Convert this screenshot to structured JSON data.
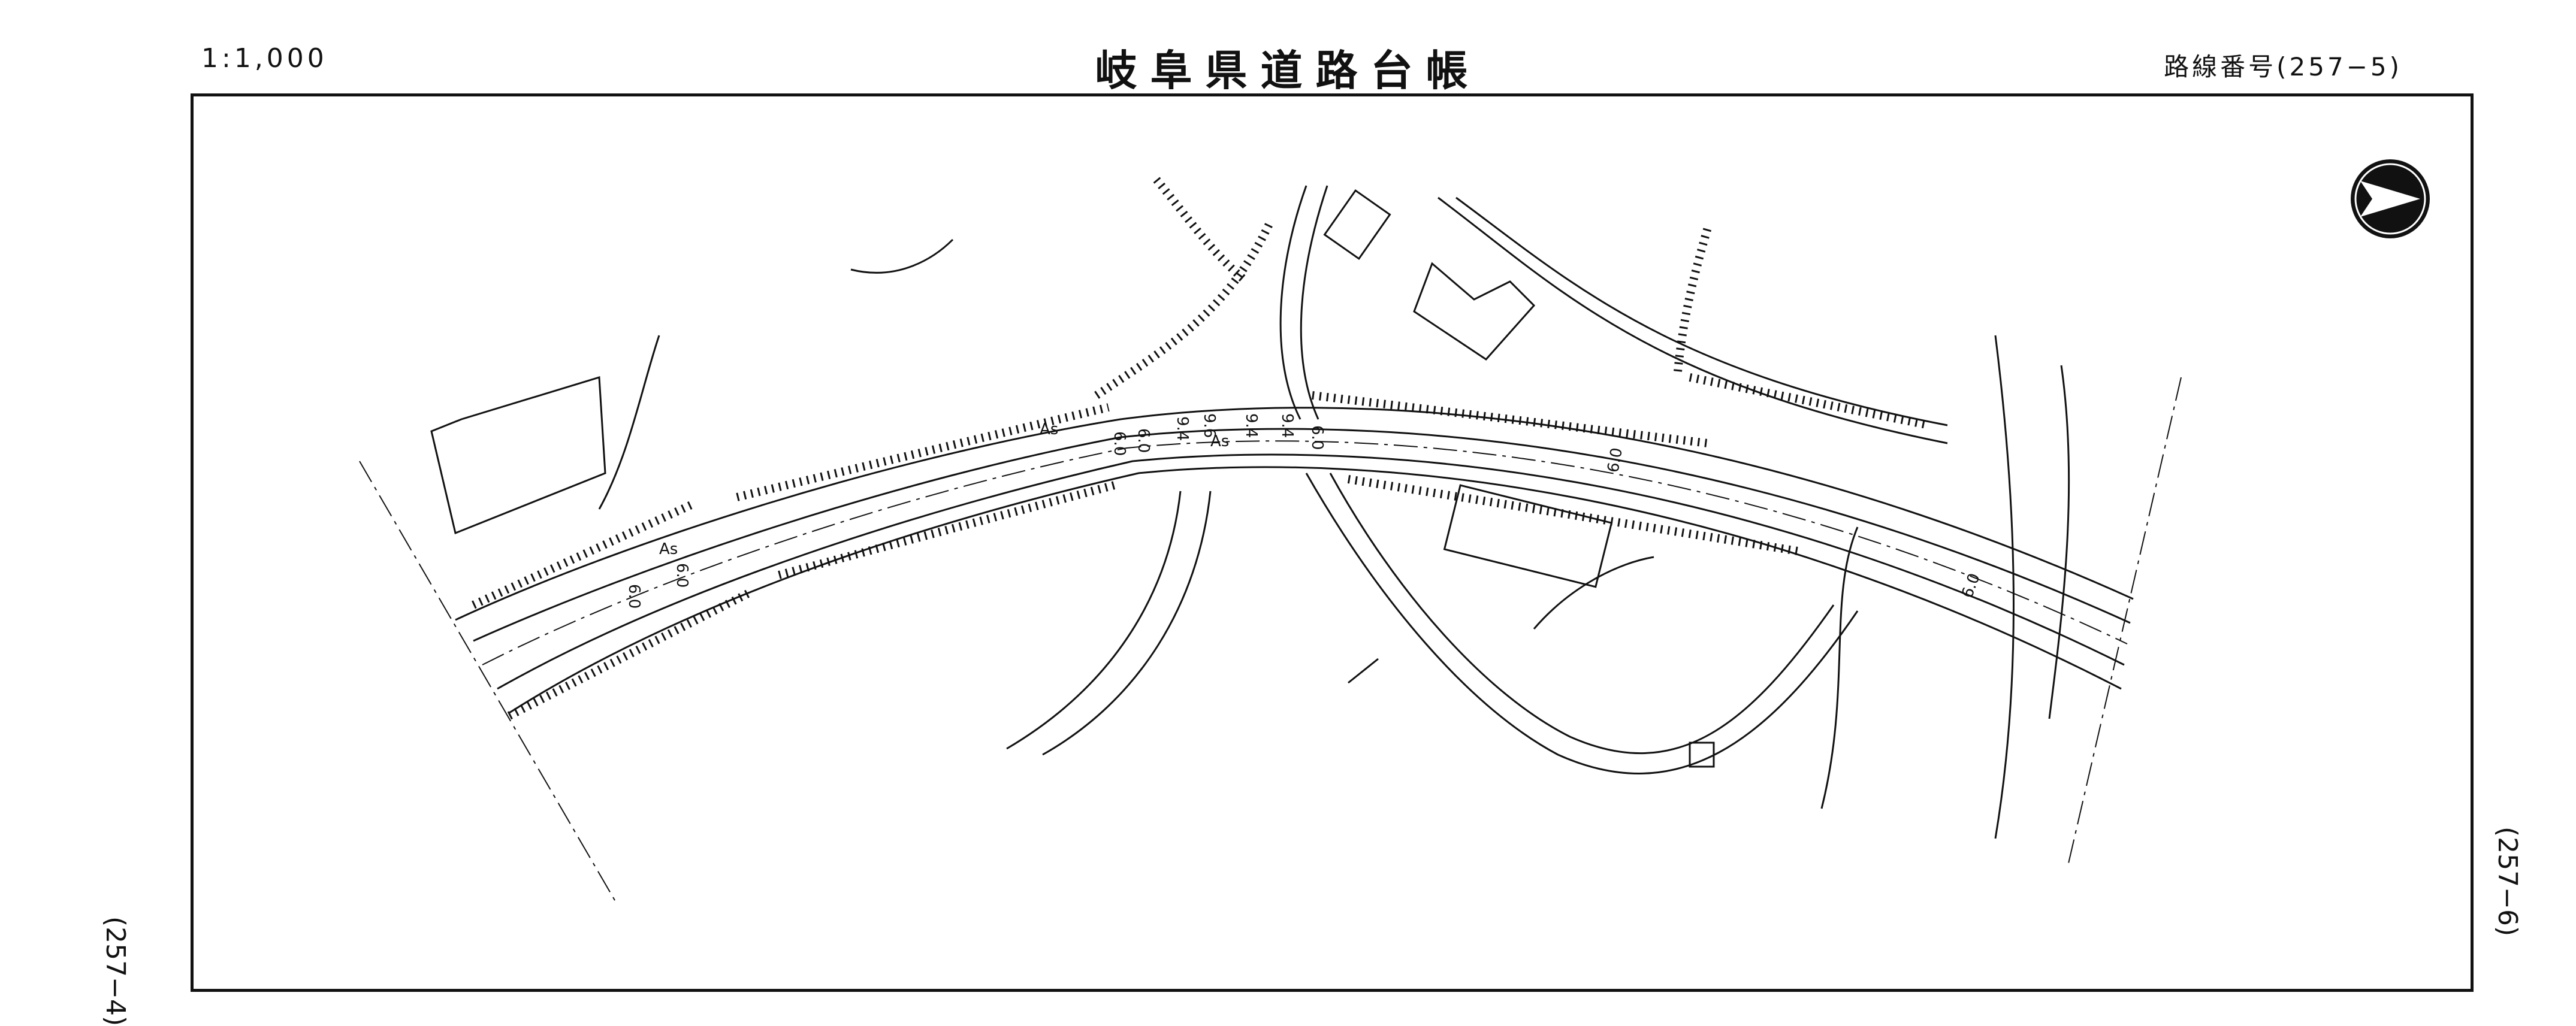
{
  "header": {
    "scale": "1:1,000",
    "title": "岐阜県道路台帳",
    "route_number": "路線番号(257−5)"
  },
  "adjacent_sheets": {
    "left": "(257−4)",
    "right": "(257−6)"
  },
  "map": {
    "width_labels": [
      "6.0",
      "6.0",
      "6.0",
      "6.0",
      "9.4",
      "9.6",
      "9.4",
      "9.4",
      "6.0",
      "6.0",
      "6.0"
    ],
    "surface_labels": [
      "As",
      "As",
      "As"
    ]
  },
  "icons": {
    "north": "north-arrow-icon"
  }
}
